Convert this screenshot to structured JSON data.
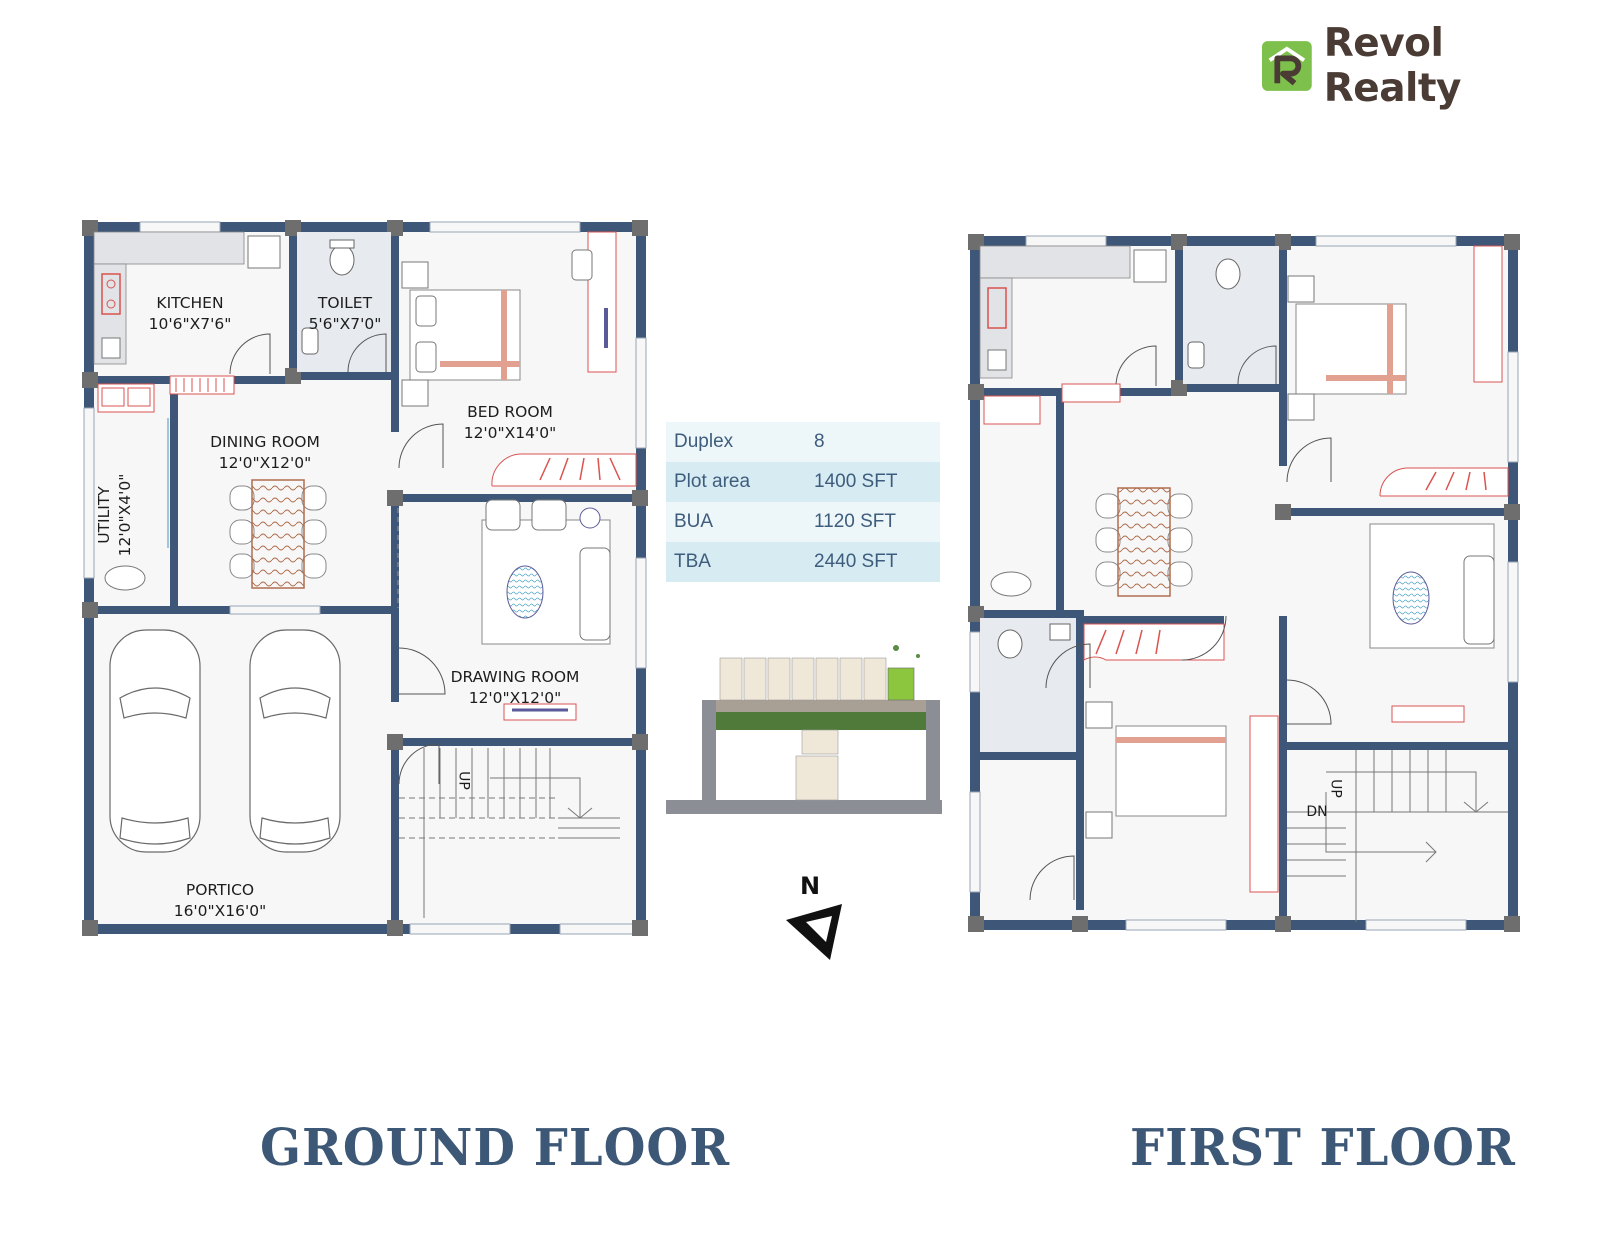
{
  "brand": {
    "name": "Revol Realty",
    "logo_color": "#7dc04b",
    "text_color": "#4a3b35"
  },
  "ground_floor": {
    "title": "GROUND FLOOR",
    "rooms": {
      "kitchen": {
        "name": "KITCHEN",
        "size": "10'6\"X7'6\""
      },
      "toilet": {
        "name": "TOILET",
        "size": "5'6\"X7'0\""
      },
      "bedroom": {
        "name": "BED ROOM",
        "size": "12'0\"X14'0\""
      },
      "dining": {
        "name": "DINING ROOM",
        "size": "12'0\"X12'0\""
      },
      "utility": {
        "name": "UTILITY",
        "size": "12'0\"X4'0\""
      },
      "drawing": {
        "name": "DRAWING ROOM",
        "size": "12'0\"X12'0\""
      },
      "portico": {
        "name": "PORTICO",
        "size": "16'0\"X16'0\""
      }
    },
    "stair_label": "UP"
  },
  "first_floor": {
    "title": "FIRST FLOOR",
    "stair_up": "UP",
    "stair_down": "DN"
  },
  "specs": [
    {
      "label": "Duplex",
      "value": "8"
    },
    {
      "label": "Plot area",
      "value": "1400 SFT"
    },
    {
      "label": "BUA",
      "value": "1120 SFT"
    },
    {
      "label": "TBA",
      "value": "2440 SFT"
    }
  ],
  "north_label": "N",
  "colors": {
    "wall": "#3e5778",
    "column": "#6e6e6e",
    "furniture_red": "#d9534f",
    "wood": "#c98b6a",
    "spec_blue": "#d7ebf3"
  }
}
